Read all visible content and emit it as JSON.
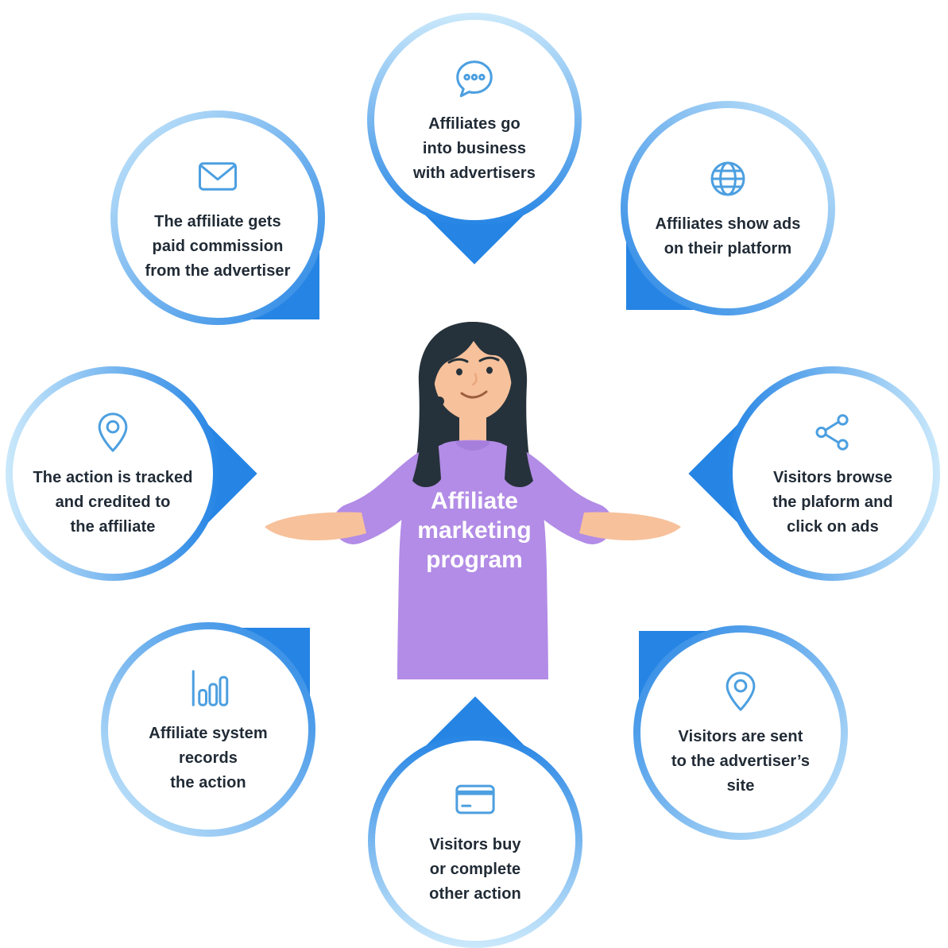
{
  "center": {
    "label": "Affiliate\nmarketing\nprogram"
  },
  "bubbles": [
    {
      "id": "affiliates-business",
      "icon": "speech-bubble-icon",
      "text": "Affiliates go\ninto business\nwith advertisers"
    },
    {
      "id": "affiliates-show-ads",
      "icon": "globe-icon",
      "text": "Affiliates show ads\non their platform"
    },
    {
      "id": "visitors-browse",
      "icon": "share-icon",
      "text": "Visitors browse\nthe plaform and\nclick on ads"
    },
    {
      "id": "visitors-sent",
      "icon": "location-pin-icon",
      "text": "Visitors are sent\nto the advertiser’s\nsite"
    },
    {
      "id": "visitors-buy",
      "icon": "credit-card-icon",
      "text": "Visitors buy\nor complete\nother action"
    },
    {
      "id": "system-records",
      "icon": "bar-chart-icon",
      "text": "Affiliate system\nrecords\nthe action"
    },
    {
      "id": "action-tracked",
      "icon": "location-pin-icon",
      "text": "The action is tracked\nand credited to\nthe affiliate"
    },
    {
      "id": "affiliate-paid",
      "icon": "envelope-icon",
      "text": "The affiliate gets\npaid commission\nfrom the advertiser"
    }
  ],
  "colors": {
    "accent": "#2584E4",
    "ringLight": "#CBE9FB",
    "icon": "#4C9FE0",
    "text": "#212B36",
    "centerText": "#FFFFFF",
    "sweater": "#B28CE6",
    "skin": "#F7C19B",
    "hair": "#26323B"
  }
}
